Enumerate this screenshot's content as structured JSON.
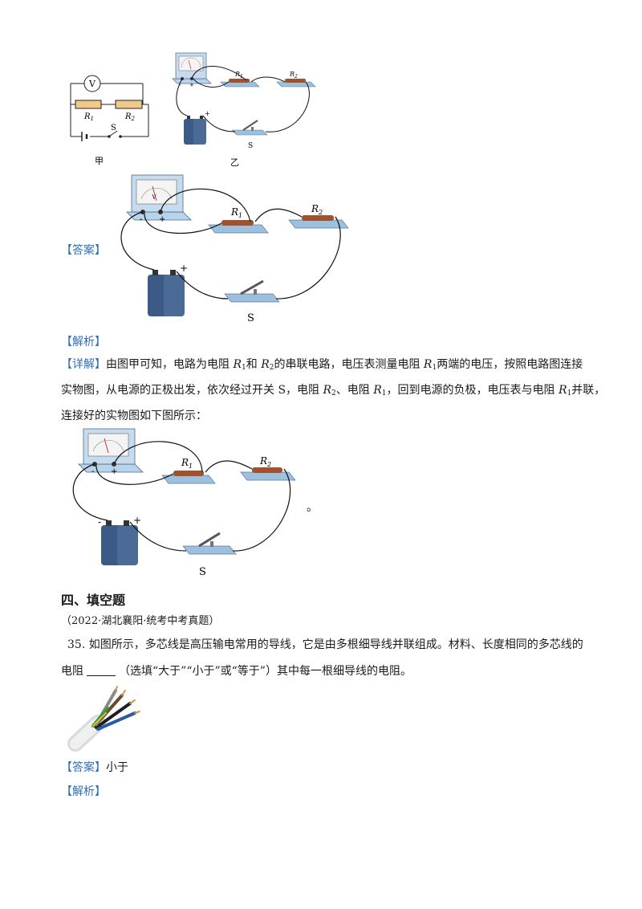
{
  "figures": {
    "schematic": {
      "meter_label": "V",
      "r1_label": "R",
      "r1_sub": "1",
      "r2_label": "R",
      "r2_sub": "2",
      "switch_label": "S",
      "caption": "甲"
    },
    "small_photo": {
      "r1_label": "R",
      "r1_sub": "1",
      "r2_label": "R",
      "r2_sub": "2",
      "plus_sign": "+",
      "minus_sign": "-",
      "switch_label": "S",
      "caption": "乙"
    },
    "answer_photo": {
      "r1_label": "R",
      "r1_sub": "1",
      "r2_label": "R",
      "r2_sub": "2",
      "plus_sign": "+",
      "minus_sign": "-",
      "switch_label": "S",
      "meter_letter": "V"
    },
    "detail_photo": {
      "r1_label": "R",
      "r1_sub": "1",
      "r2_label": "R",
      "r2_sub": "2",
      "plus_sign": "+",
      "minus_sign": "-",
      "switch_label": "S",
      "trailing_mark": "。"
    }
  },
  "q34": {
    "answer_label": "【答案】",
    "analysis_label": "【解析】",
    "detail_label": "【详解】",
    "detail_line1_a": "由图甲可知，电路为电阻 ",
    "r": "R",
    "s1": "1",
    "s2": "2",
    "detail_line1_b": "和 ",
    "detail_line1_c": "的串联电路，电压表测量电阻 ",
    "detail_line1_d": "两端的电压，按照电路图连接",
    "detail_line2_a": "实物图，从电源的正极出发，依次经过开关 S，电阻 ",
    "detail_line2_b": "、电阻 ",
    "detail_line2_c": "，回到电源的负极，电压表与电阻 ",
    "detail_line2_d": "并联，",
    "detail_line3": "连接好的实物图如下图所示："
  },
  "section4": {
    "heading": "四、填空题",
    "source": "（2022·湖北襄阳·统考中考真题）",
    "q35_line1": "35. 如图所示，多芯线是高压输电常用的导线，它是由多根细导线并联组成。材料、长度相同的多芯线的",
    "q35_line2_a": "电阻",
    "q35_line2_b": "（选填“大于”“小于”或“等于”）其中每一根细导线的电阻。",
    "answer_label": "【答案】",
    "answer_value": "小于",
    "analysis_label": "【解析】"
  },
  "colors": {
    "label_blue": "#2f6fb8",
    "board_blue": "#9cc0de",
    "coil_brown": "#a0522d",
    "battery_blue": "#3b5a86"
  }
}
